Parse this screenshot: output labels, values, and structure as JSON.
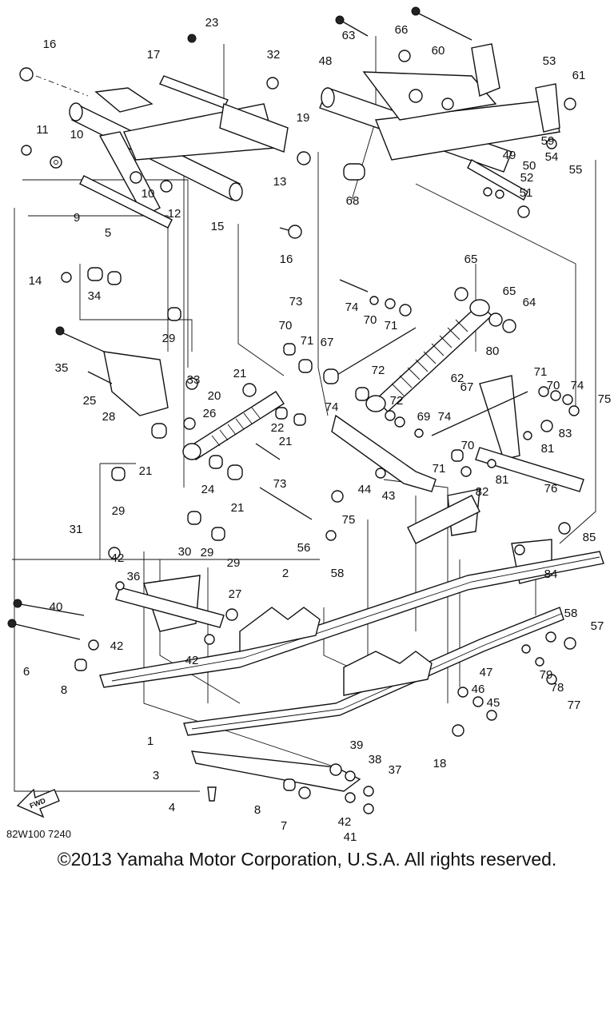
{
  "diagram": {
    "code": "82W100 7240",
    "fwd_label": "FWD",
    "callouts": [
      "1",
      "2",
      "3",
      "4",
      "5",
      "6",
      "7",
      "8",
      "8",
      "9",
      "10",
      "10",
      "11",
      "12",
      "13",
      "14",
      "15",
      "16",
      "16",
      "17",
      "18",
      "19",
      "20",
      "21",
      "21",
      "21",
      "21",
      "22",
      "23",
      "24",
      "25",
      "26",
      "27",
      "28",
      "29",
      "29",
      "29",
      "29",
      "30",
      "31",
      "32",
      "33",
      "34",
      "35",
      "36",
      "37",
      "38",
      "39",
      "40",
      "41",
      "42",
      "42",
      "42",
      "42",
      "43",
      "44",
      "45",
      "46",
      "47",
      "48",
      "49",
      "50",
      "51",
      "52",
      "53",
      "54",
      "55",
      "56",
      "57",
      "58",
      "58",
      "59",
      "60",
      "61",
      "62",
      "63",
      "64",
      "65",
      "65",
      "66",
      "67",
      "67",
      "68",
      "69",
      "70",
      "70",
      "70",
      "70",
      "71",
      "71",
      "71",
      "71",
      "72",
      "72",
      "73",
      "73",
      "74",
      "74",
      "74",
      "74",
      "75",
      "75",
      "76",
      "77",
      "78",
      "79",
      "80",
      "81",
      "81",
      "82",
      "83",
      "84",
      "85"
    ]
  },
  "footer": {
    "copyright": "©2013 Yamaha Motor Corporation, U.S.A. All rights reserved."
  }
}
